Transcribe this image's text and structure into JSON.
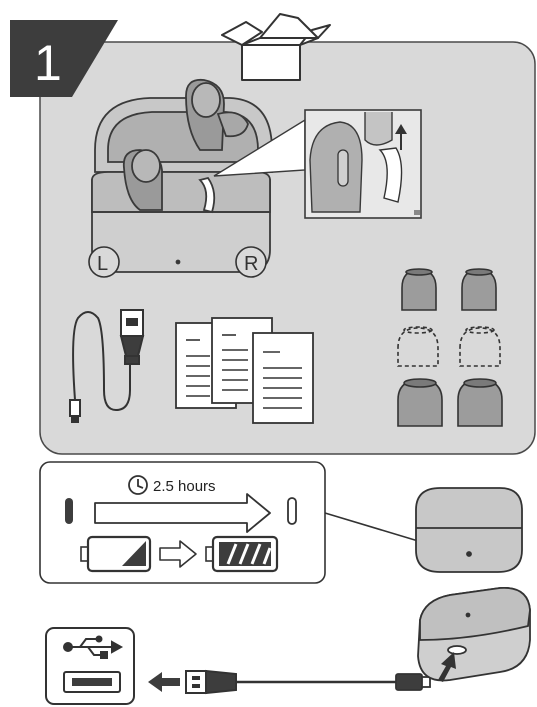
{
  "step": {
    "number": "1"
  },
  "earbuds": {
    "left_label": "L",
    "right_label": "R"
  },
  "charging": {
    "duration_label": "2.5 hours"
  },
  "colors": {
    "panel_gray": "#d9d9d9",
    "dark": "#3d3d3d",
    "light_gray": "#bfbfbf",
    "outline": "#333333"
  },
  "icons": [
    "box-icon",
    "clock-icon",
    "usb-icon",
    "arrow-left-icon"
  ]
}
